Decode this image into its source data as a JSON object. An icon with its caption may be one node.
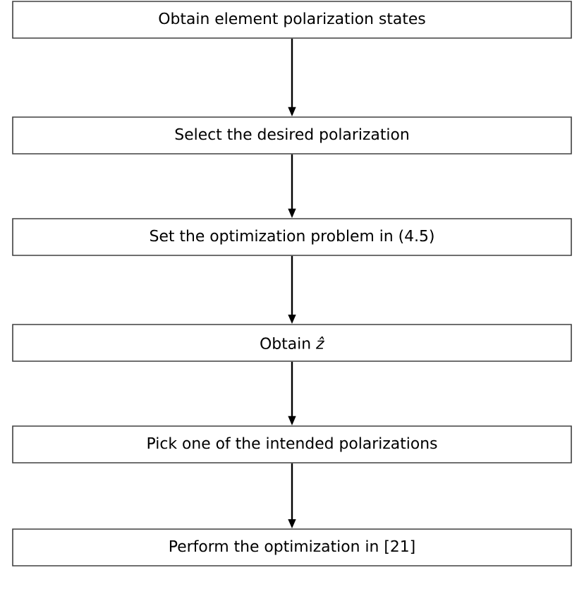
{
  "diagram": {
    "nodes": [
      {
        "text": [
          "Obtain element polarization states"
        ]
      },
      {
        "text": [
          "Select the desired polarization"
        ]
      },
      {
        "text": [
          "Set the optimization problem in (4.5)"
        ]
      },
      {
        "text": [
          "Obtain *ẑ*"
        ]
      },
      {
        "text": [
          "Pick one of the intended polarizations"
        ]
      },
      {
        "text": [
          "Perform the optimization in [21]"
        ]
      }
    ],
    "edges": [
      {
        "from": 0,
        "to": 1,
        "arrow": "to"
      },
      {
        "from": 1,
        "to": 2,
        "arrow": "to"
      },
      {
        "from": 2,
        "to": 3,
        "arrow": "to"
      },
      {
        "from": 3,
        "to": 4,
        "arrow": "to"
      },
      {
        "from": 4,
        "to": 5,
        "arrow": "to"
      }
    ]
  }
}
